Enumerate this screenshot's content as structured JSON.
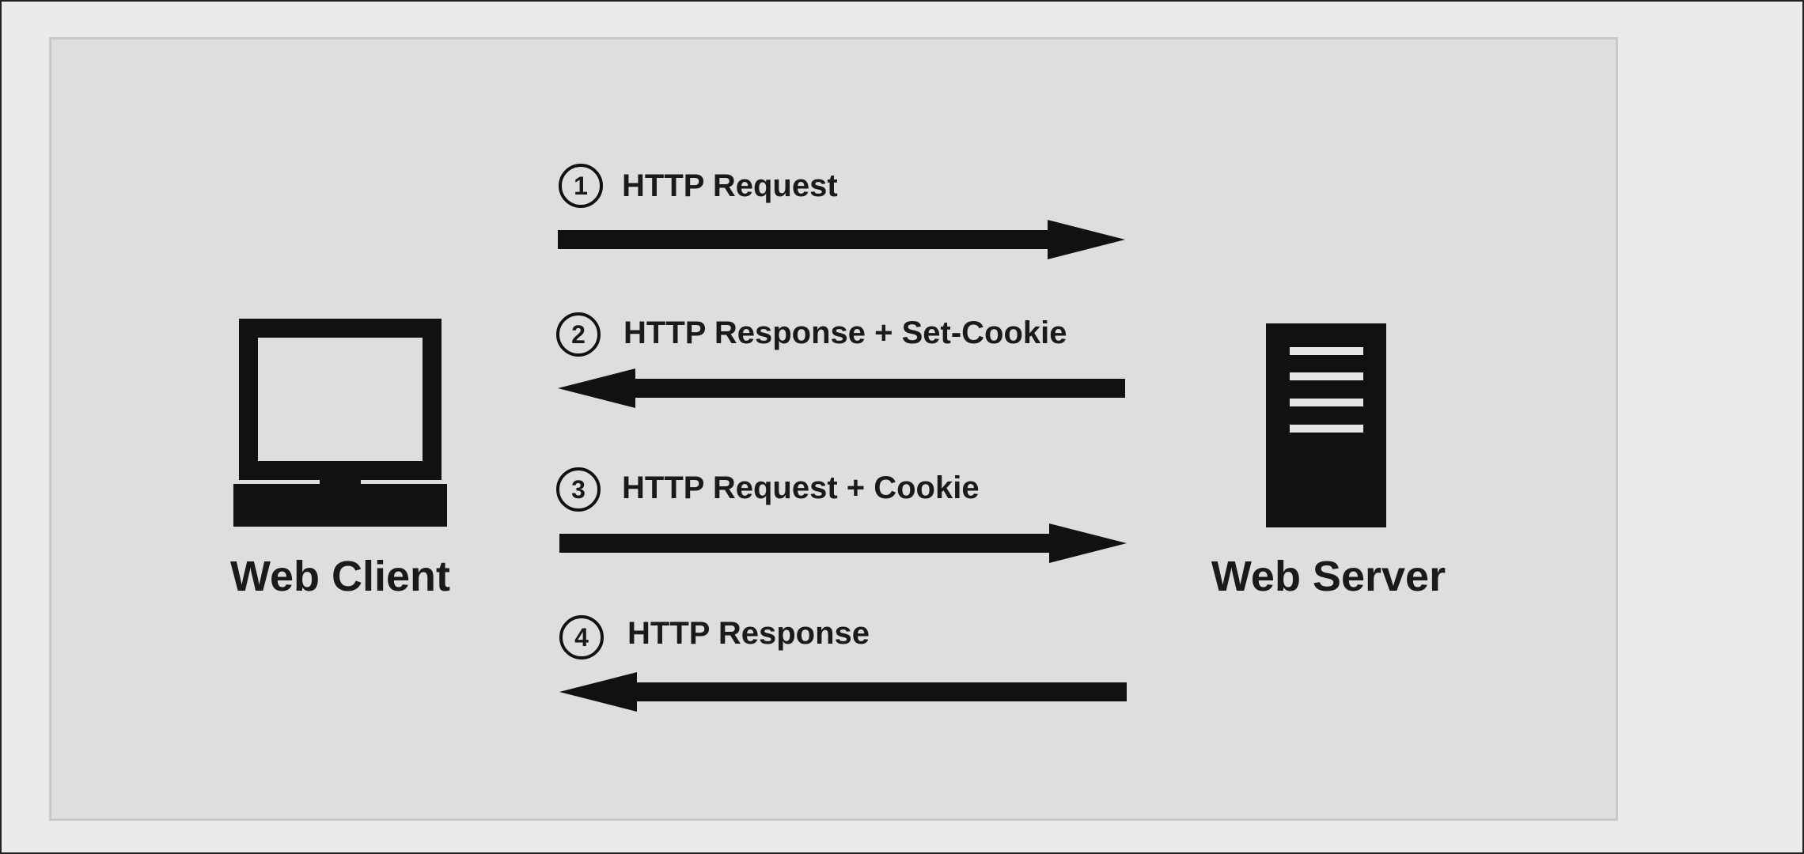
{
  "diagram": {
    "nodes": {
      "client": {
        "label": "Web Client",
        "icon": "computer-icon"
      },
      "server": {
        "label": "Web Server",
        "icon": "server-icon"
      }
    },
    "steps": [
      {
        "number": "1",
        "label": "HTTP Request",
        "direction": "client-to-server"
      },
      {
        "number": "2",
        "label": "HTTP Response + Set-Cookie",
        "direction": "server-to-client"
      },
      {
        "number": "3",
        "label": "HTTP Request + Cookie",
        "direction": "client-to-server"
      },
      {
        "number": "4",
        "label": "HTTP Response",
        "direction": "server-to-client"
      }
    ],
    "colors": {
      "ink": "#111111",
      "panel": "#dedede",
      "background": "#ebebeb"
    }
  }
}
